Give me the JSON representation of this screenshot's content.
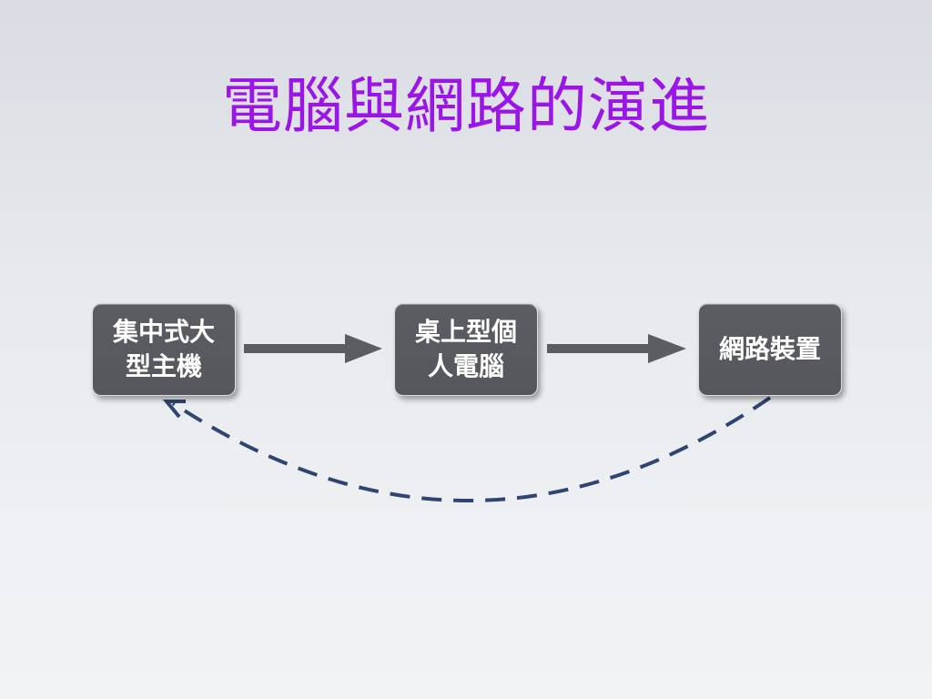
{
  "title": "電腦與網路的演進",
  "nodes": {
    "mainframe": "集中式大\n型主機",
    "desktop": "桌上型個\n人電腦",
    "network": "網路裝置"
  },
  "colors": {
    "title": "#9b14e8",
    "node_fill": "#5a5c62",
    "arrow": "#5b5d63",
    "cycle_arrow": "#2f4470"
  }
}
